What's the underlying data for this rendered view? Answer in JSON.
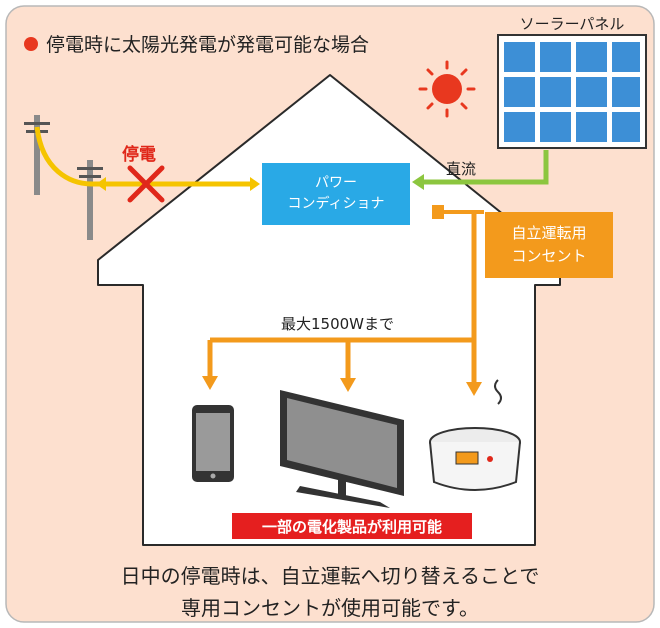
{
  "title": "停電時に太陽光発電が発電可能な場合",
  "solar_panel_label": "ソーラーパネル",
  "outage_label": "停電",
  "dc_label": "直流",
  "power_conditioner": {
    "line1": "パワー",
    "line2": "コンディショナ"
  },
  "standalone_outlet": {
    "line1": "自立運転用",
    "line2": "コンセント"
  },
  "max_output_label": "最大1500Wまで",
  "usable_label": "一部の電化製品が利用可能",
  "caption": {
    "line1": "日中の停電時は、自立運転へ切り替えることで",
    "line2": "専用コンセントが使用可能です。"
  },
  "colors": {
    "background": "#fde0cf",
    "house": "#ffffff",
    "power_conditioner": "#29a9e6",
    "outlet": "#f39a1c",
    "dc_line": "#8cc63f",
    "ac_line": "#f5c400",
    "cross": "#e0281a",
    "usable_badge": "#e51f1f",
    "sun": "#e8381f"
  },
  "icons": [
    "solar-panel-icon",
    "sun-icon",
    "utility-pole-icon",
    "smartphone-icon",
    "television-icon",
    "rice-cooker-icon",
    "outage-cross-icon"
  ]
}
